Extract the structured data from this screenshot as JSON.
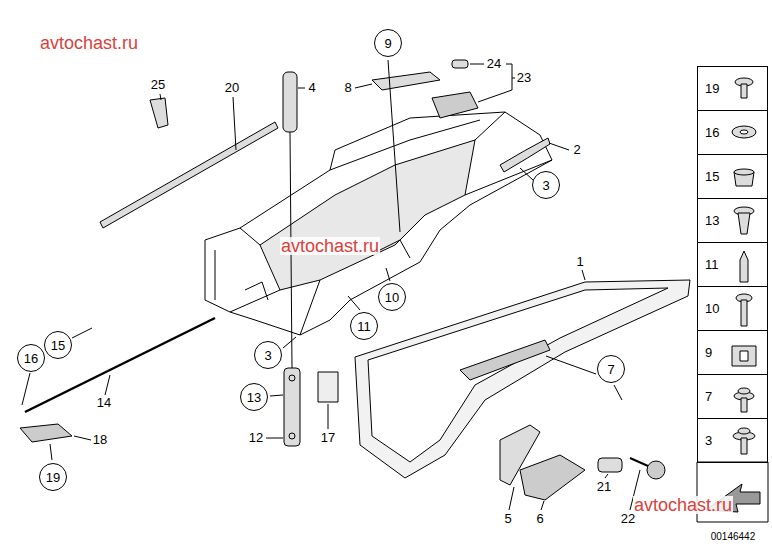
{
  "diagram": {
    "nodes": [
      {
        "text": [
          "9"
        ]
      },
      {
        "text": [
          "3"
        ]
      },
      {
        "text": [
          "10"
        ]
      },
      {
        "text": [
          "11"
        ]
      },
      {
        "text": [
          "15"
        ]
      },
      {
        "text": [
          "16"
        ]
      },
      {
        "text": [
          "3"
        ]
      },
      {
        "text": [
          "7"
        ]
      },
      {
        "text": [
          "13"
        ]
      },
      {
        "text": [
          "19"
        ]
      },
      {
        "text": [
          "19"
        ]
      },
      {
        "text": [
          "16"
        ]
      },
      {
        "text": [
          "15"
        ]
      },
      {
        "text": [
          "13"
        ]
      },
      {
        "text": [
          "11"
        ]
      },
      {
        "text": [
          "10"
        ]
      },
      {
        "text": [
          "9"
        ]
      },
      {
        "text": [
          "7"
        ]
      },
      {
        "text": [
          "3"
        ]
      }
    ],
    "labels": [
      "avtochast.ru",
      "25",
      "20",
      "4",
      "8",
      "24",
      "23",
      "2",
      "1",
      "avtochast.ru",
      "14",
      "18",
      "12",
      "17",
      "21",
      "avtochast.ru",
      "5",
      "6",
      "22",
      "00146442"
    ]
  }
}
